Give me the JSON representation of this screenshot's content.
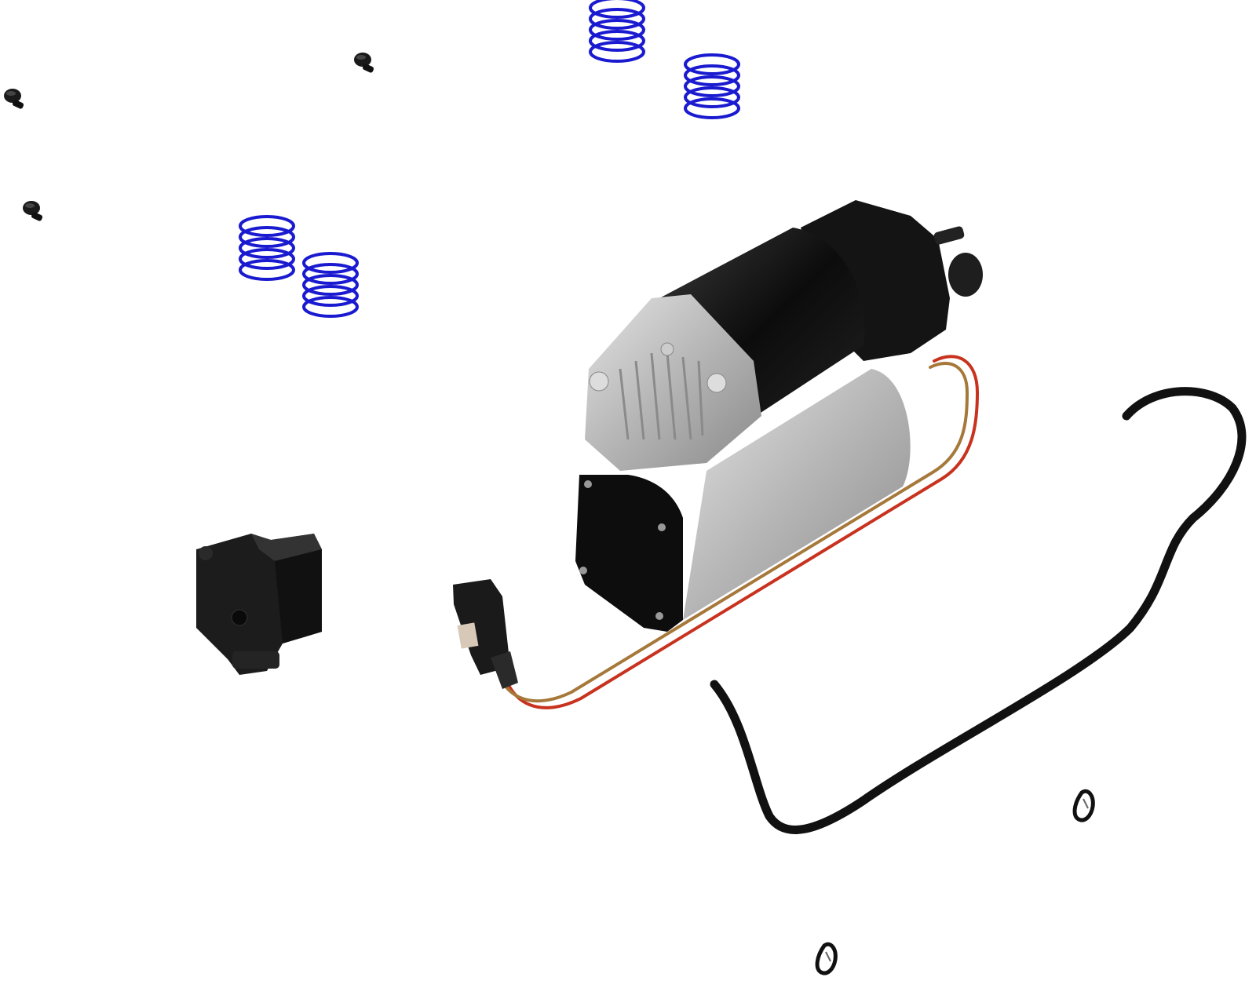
{
  "diagram": {
    "kind": "exploded-parts-view",
    "parts": [
      {
        "id": "screw",
        "count": 3,
        "color": "#111111"
      },
      {
        "id": "spring",
        "count": 4,
        "color": "#1a1ad0"
      },
      {
        "id": "air-compressor",
        "count": 1,
        "colors": {
          "motor": "#141414",
          "housing": "#b8b8b8",
          "end-plate": "#0d0d0d"
        }
      },
      {
        "id": "valve-block",
        "count": 1,
        "color": "#1a1a1a"
      },
      {
        "id": "electrical-connector",
        "count": 1,
        "color": "#1a1a1a"
      },
      {
        "id": "wiring-harness",
        "count": 1,
        "colors": [
          "#c8321e",
          "#a6783a"
        ]
      },
      {
        "id": "air-hose",
        "count": 1,
        "color": "#111111"
      },
      {
        "id": "hose-clip",
        "count": 2,
        "color": "#111111"
      }
    ]
  }
}
